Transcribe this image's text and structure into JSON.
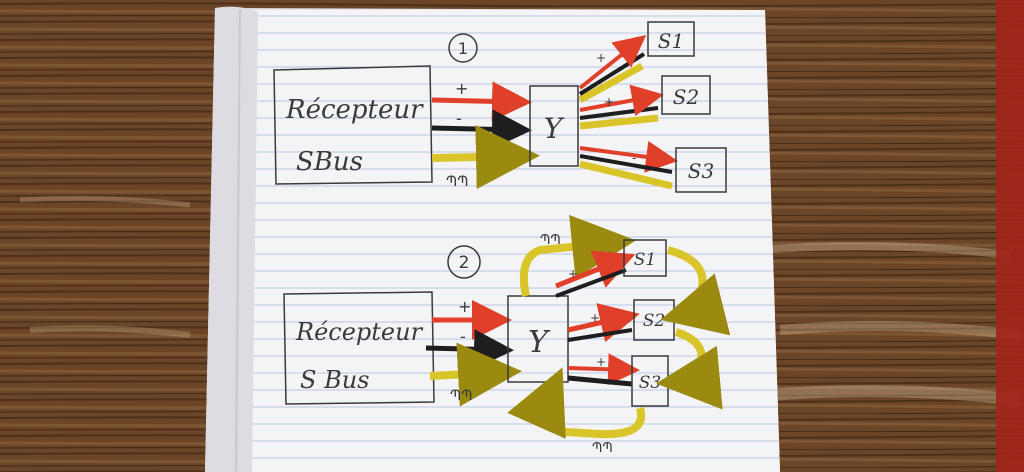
{
  "colors": {
    "wood": "#6b4528",
    "paper": "#f4f4f6",
    "rule_line": "#b9c9e6",
    "ink": "#3a3a3a",
    "red_wire": "#e0402a",
    "black_wire": "#1e1e1e",
    "yellow_wire": "#d9c52a"
  },
  "diagram1": {
    "number": "1",
    "receiver_line1": "Récepteur",
    "receiver_line2": "SBus",
    "plus": "+",
    "minus": "-",
    "signal": "ՊՊ",
    "splitter": "Y",
    "servos": [
      "S1",
      "S2",
      "S3"
    ]
  },
  "diagram2": {
    "number": "2",
    "receiver_line1": "Récepteur",
    "receiver_line2": "S Bus",
    "plus": "+",
    "minus": "-",
    "signal": "ՊՊ",
    "splitter": "Y",
    "servos": [
      "S1",
      "S2",
      "S3"
    ],
    "signal_top": "ՊՊ",
    "signal_bottom": "ՊՊ"
  }
}
